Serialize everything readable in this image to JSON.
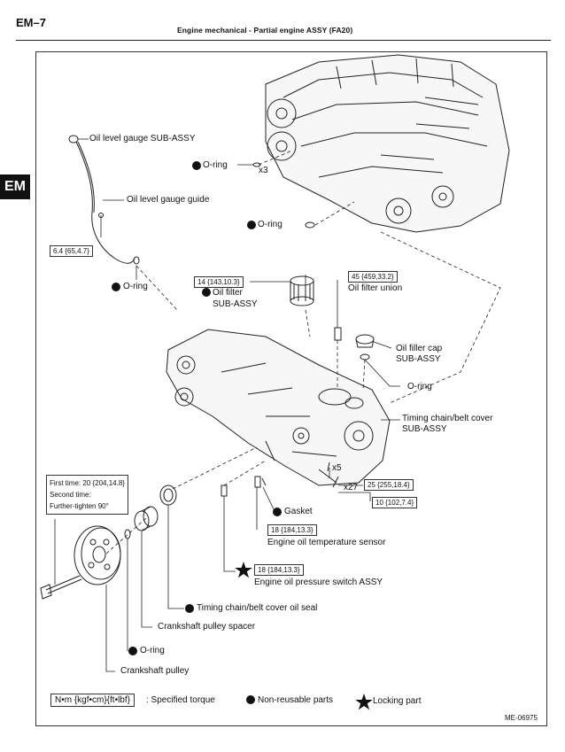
{
  "header": {
    "page_code": "EM–7",
    "title": "Engine mechanical  -  Partial engine ASSY (FA20)"
  },
  "side_tab": "EM",
  "labels": {
    "oil_level_gauge": "Oil level gauge SUB-ASSY",
    "oring_top": "O-ring",
    "x3": "x3",
    "oil_level_gauge_guide": "Oil level gauge guide",
    "oring_mid": "O-ring",
    "torque_guide": "6.4 {65,4.7}",
    "oring_gauge": "O-ring",
    "torque_filter": "14 {143,10.3}",
    "oil_filter_1": "Oil filter",
    "oil_filter_2": "SUB-ASSY",
    "torque_union": "45 {459,33.2}",
    "oil_filter_union": "Oil filter union",
    "oil_filler_cap_1": "Oil filler cap",
    "oil_filler_cap_2": "SUB-ASSY",
    "oring_cap": "O-ring",
    "timing_cover_1": "Timing chain/belt cover",
    "timing_cover_2": "SUB-ASSY",
    "x5": "x5",
    "x27": "x27",
    "torque_cover_a": "25 {255,18.4}",
    "torque_cover_b": "10 {102,7.4}",
    "gasket": "Gasket",
    "torque_temp": "18 {184,13.3}",
    "temp_sensor": "Engine oil temperature sensor",
    "torque_pressure": "18 {184,13.3}",
    "pressure_switch": "Engine oil pressure switch ASSY",
    "oil_seal": "Timing chain/belt cover oil seal",
    "pulley_spacer": "Crankshaft pulley spacer",
    "oring_pulley": "O-ring",
    "crankshaft_pulley": "Crankshaft pulley",
    "bolt_first": "First time: 20 {204,14.8}",
    "bolt_second": "Second time:",
    "bolt_further": "Further-tighten 90°"
  },
  "legend": {
    "torque_unit": "N•m {kgf•cm}{ft•lbf}",
    "specified_torque": ": Specified torque",
    "non_reusable": "Non-reusable parts",
    "locking_part": "Locking part"
  },
  "figure_id": "ME-06975",
  "colors": {
    "line": "#222222",
    "fill": "#ffffff",
    "tab": "#111111"
  }
}
